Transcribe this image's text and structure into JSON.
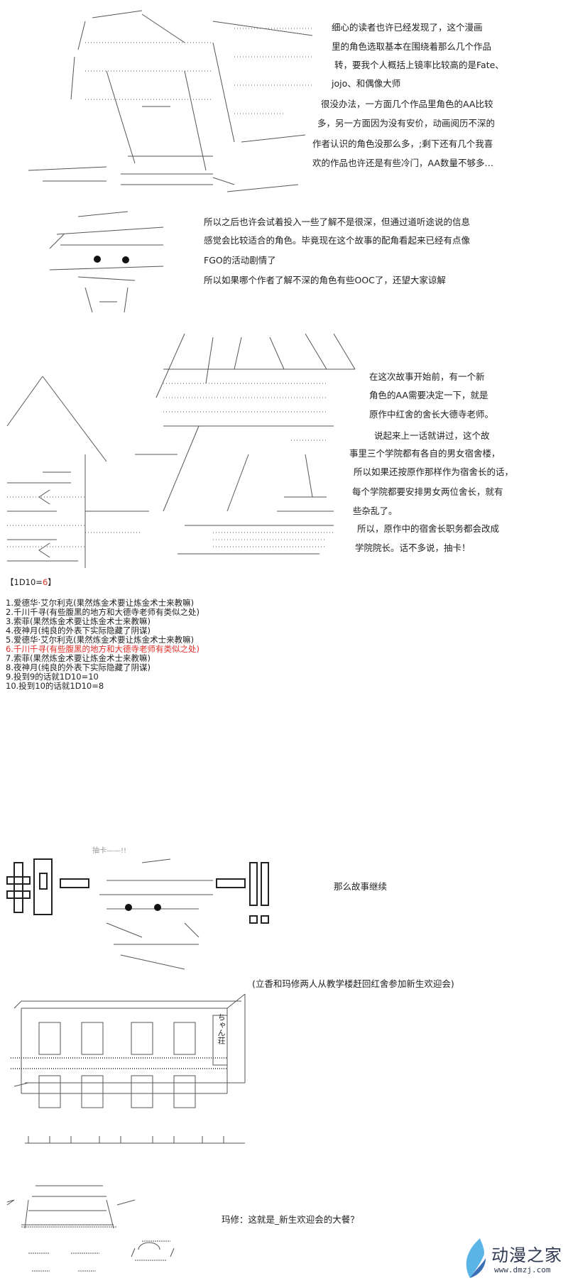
{
  "intro": {
    "lines": [
      "细心的读者也许已经发现了，这个漫画",
      "里的角色选取基本在围绕着那么几个作品",
      "转，要我个人概括上镜率比较高的是Fate、",
      "jojo、和偶像大师",
      "很没办法，一方面几个作品里角色的AA比较",
      "多，另一方面因为没有安价，动画阅历不深的",
      "作者认识的角色没那么多，;剩下还有几个我喜",
      "欢的作品也许还是有些冷门，AA数量不够多…"
    ]
  },
  "note": {
    "lines": [
      "所以之后也许会试着投入一些了解不是很深，但通过道听途说的信息",
      "感觉会比较适合的角色。毕竟现在这个故事的配角看起来已经有点像",
      "FGO的活动剧情了",
      "所以如果哪个作者了解不深的角色有些OOC了，还望大家谅解"
    ]
  },
  "story": {
    "lines": [
      "在这次故事开始前，有一个新",
      "角色的AA需要决定一下，就是",
      "原作中红舍的舍长大德寺老师。",
      "说起来上一话就讲过，这个故",
      "事里三个学院都有各自的男女宿舍楼，",
      "所以如果还按原作那样作为宿舍长的话，",
      "每个学院都要安排男女两位舍长，就有",
      "些杂乱了。",
      "所以，原作中的宿舍长职务都会改成",
      "学院院长。话不多说，抽卡！"
    ]
  },
  "dice": {
    "prefix": "【1D10=",
    "result": "6",
    "suffix": "】",
    "result_color": "#e0302a",
    "options": [
      "1.爱德华·艾尔利克(果然炼金术要让炼金术士来教嘛)",
      "2.千川千寻(有些腹黑的地方和大德寺老师有类似之处)",
      "3.索菲(果然炼金术要让炼金术士来教嘛)",
      "4.夜神月(纯良的外表下实际隐藏了阴谋)",
      "5.爱德华·艾尔利克(果然炼金术要让炼金术士来教嘛)",
      "6.千川千寻(有些腹黑的地方和大德寺老师有类似之处)",
      "7.索菲(果然炼金术要让炼金术士来教嘛)",
      "8.夜神月(纯良的外表下实际隐藏了阴谋)",
      "9.投到9的话就1D10=10",
      "10.投到10的话就1D10=8"
    ],
    "selected_index": 5
  },
  "draw": {
    "banner": "抽卡——!!",
    "caption": "那么故事继续"
  },
  "dorm": {
    "sign": "ちゃん荘",
    "caption": "(立香和玛修两人从教学楼赶回红舍参加新生欢迎会)"
  },
  "meal": {
    "caption": "玛修：这就是_新生欢迎会的大餐？"
  },
  "watermark": {
    "name": "动漫之家",
    "url": "www.dmzj.com",
    "colors": [
      "#5bb4e6",
      "#3a6fb5"
    ]
  }
}
